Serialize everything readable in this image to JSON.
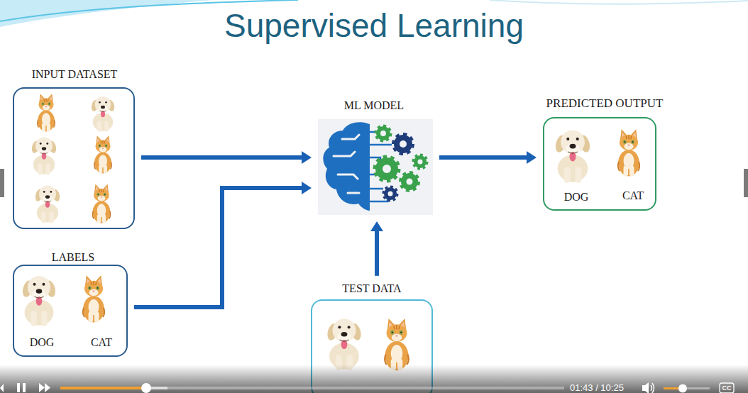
{
  "diagram": {
    "title": "Supervised Learning",
    "nodes": [
      {
        "text": [
          "INPUT DATASET"
        ]
      },
      {
        "text": [
          "ML MODEL"
        ]
      },
      {
        "text": [
          "PREDICTED OUTPUT",
          "DOG",
          "CAT"
        ]
      },
      {
        "text": [
          "LABELS",
          "DOG",
          "CAT"
        ]
      },
      {
        "text": [
          "TEST DATA"
        ]
      }
    ],
    "edges": [
      {
        "from": 0,
        "to": 1,
        "arrow": "to"
      },
      {
        "from": 3,
        "to": 1,
        "arrow": "to"
      },
      {
        "from": 1,
        "to": 2,
        "arrow": "to"
      },
      {
        "from": 4,
        "to": 1,
        "arrow": "to"
      }
    ],
    "labels": [
      "01:43 / 10:25",
      "CC"
    ]
  }
}
